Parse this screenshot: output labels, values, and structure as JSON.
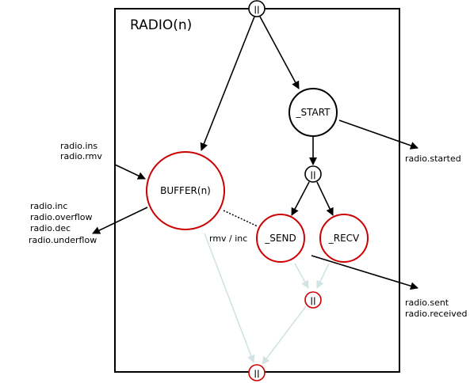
{
  "component": {
    "title": "RADIO(n)"
  },
  "nodes": {
    "par_top": "||",
    "start": "_START",
    "par_mid": "||",
    "buffer": "BUFFER(n)",
    "send": "_SEND",
    "recv": "_RECV",
    "par_join": "||",
    "par_bottom": "||"
  },
  "edge_labels": {
    "rmv_inc": "rmv / inc"
  },
  "external_labels": {
    "inputs": [
      "radio.ins",
      "radio.rmv"
    ],
    "buffer_outputs": [
      "radio.inc",
      "radio.overflow",
      "radio.dec",
      "radio.underflow"
    ],
    "start_outputs": [
      "radio.started"
    ],
    "io_outputs": [
      "radio.sent",
      "radio.received"
    ]
  },
  "colors": {
    "black": "#000000",
    "red": "#cc0000",
    "faded": "#d3e2e2"
  }
}
